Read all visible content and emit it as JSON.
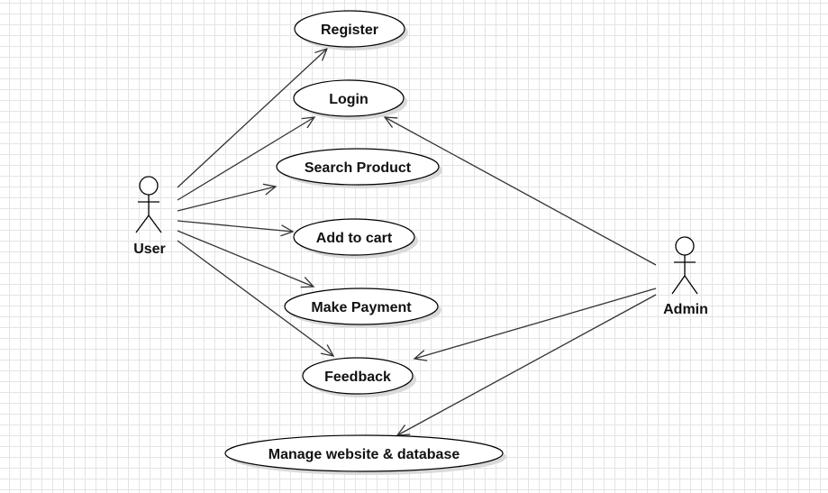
{
  "diagram": {
    "actors": [
      {
        "id": "user",
        "label": "User"
      },
      {
        "id": "admin",
        "label": "Admin"
      }
    ],
    "use_cases": [
      {
        "id": "register",
        "label": "Register"
      },
      {
        "id": "login",
        "label": "Login"
      },
      {
        "id": "search_product",
        "label": "Search Product"
      },
      {
        "id": "add_to_cart",
        "label": "Add to cart"
      },
      {
        "id": "make_payment",
        "label": "Make Payment"
      },
      {
        "id": "feedback",
        "label": "Feedback"
      },
      {
        "id": "manage_website",
        "label": "Manage website & database"
      }
    ],
    "associations": [
      {
        "from": "user",
        "to": "register"
      },
      {
        "from": "user",
        "to": "login"
      },
      {
        "from": "user",
        "to": "search_product"
      },
      {
        "from": "user",
        "to": "add_to_cart"
      },
      {
        "from": "user",
        "to": "make_payment"
      },
      {
        "from": "user",
        "to": "feedback"
      },
      {
        "from": "admin",
        "to": "login"
      },
      {
        "from": "admin",
        "to": "feedback"
      },
      {
        "from": "admin",
        "to": "manage_website"
      }
    ]
  }
}
